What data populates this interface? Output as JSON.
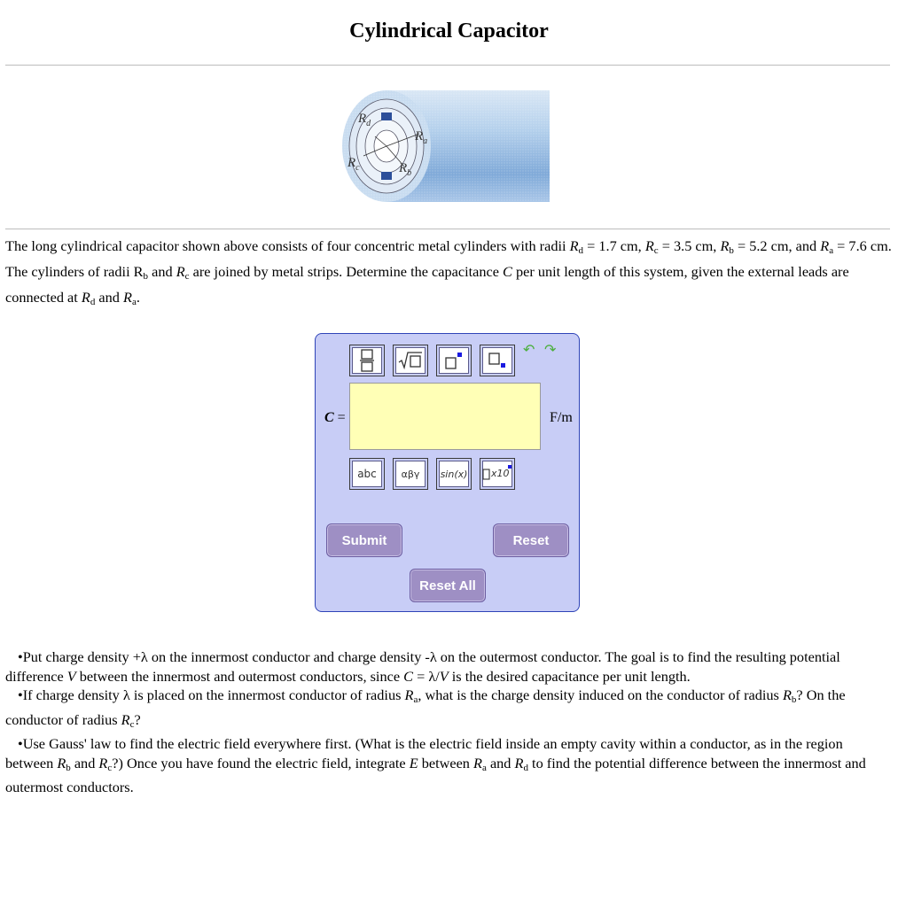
{
  "page": {
    "title": "Cylindrical Capacitor"
  },
  "figure": {
    "labels": {
      "rd": "d",
      "ra": "a",
      "rc": "c",
      "rb": "b",
      "r": "R"
    }
  },
  "problem": {
    "p1": "The long cylindrical capacitor shown above consists of four concentric metal cylinders with radii ",
    "rd_value": " = 1.7 cm, ",
    "rc_value": " = 3.5 cm, ",
    "rb_value": " = 5.2 cm, and ",
    "ra_value": "= 7.6 cm. The cylinders of radii R",
    "p2": " and ",
    "p3": " are joined by metal strips. Determine the capacitance ",
    "p4": " per unit length of this system, given the external leads are connected at ",
    "p5": " and ",
    "p6": ".",
    "sym_R": "R",
    "sym_C": "C",
    "sub_d": "d",
    "sub_c": "c",
    "sub_b": "b",
    "sub_a": "a"
  },
  "answer_panel": {
    "label": "C",
    "equals": "=",
    "value": "",
    "unit": "F/m",
    "toolbar_top": [
      "fraction-template",
      "sqrt-template",
      "superscript-template",
      "subscript-template"
    ],
    "toolbar_bottom": {
      "abc": "abc",
      "greek": "αβγ",
      "func": "sin(x)",
      "sci": "x10"
    },
    "undo": "↶",
    "redo": "↷",
    "submit_label": "Submit",
    "reset_label": "Reset",
    "reset_all_label": "Reset All"
  },
  "hints": {
    "h1a": "•Put charge density +λ on the innermost conductor and charge density -λ on the outermost conductor. The goal is to find the resulting potential difference ",
    "h1b": "V",
    "h1c": " between the innermost and outermost conductors, since ",
    "h1d": "C",
    "h1e": " = λ/",
    "h1f": "V",
    "h1g": " is the desired capacitance per unit length.",
    "h2a": "•If charge density λ is placed on the innermost conductor of radius ",
    "h2b": ", what is the charge density induced on the conductor of radius ",
    "h2c": "? On the conductor of radius ",
    "h2d": "?",
    "h3a": "•Use Gauss' law to find the electric field everywhere first. (What is the electric field inside an empty cavity within a conductor, as in the region between ",
    "h3b": " and ",
    "h3c": "?) Once you have found the electric field, integrate ",
    "h3d": "E",
    "h3e": " between ",
    "h3f": " and ",
    "h3g": " to find the potential difference between the innermost and outermost conductors."
  },
  "colors": {
    "panel_bg": "#c8cdf6",
    "panel_border": "#2f44b8",
    "answer_bg": "#ffffb6",
    "button_bg": "#9e8fc4",
    "cylinder": "#9cc3e6",
    "strip": "#2c4f9a"
  }
}
